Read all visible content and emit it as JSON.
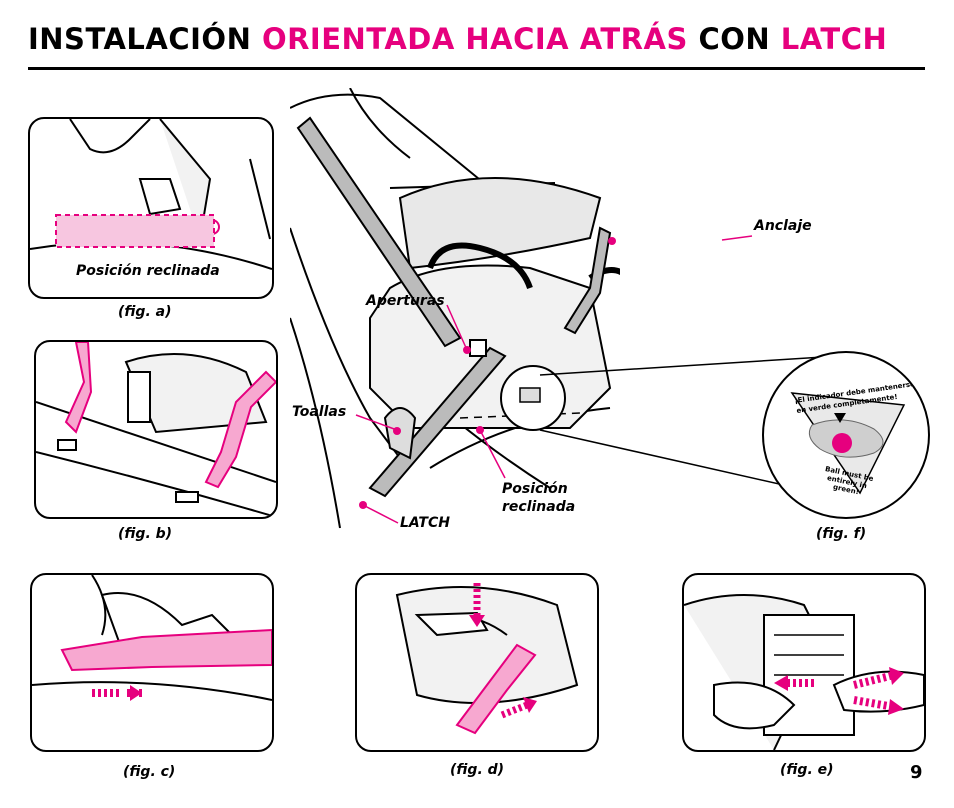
{
  "header": {
    "title_part1": "INSTALACIÓN ",
    "title_part2": "ORIENTADA HACIA ATRÁS",
    "title_part3": " CON ",
    "title_part4": "LATCH"
  },
  "figures": {
    "a": {
      "caption": "(fig. a)",
      "inner_label": "Posición reclinada"
    },
    "b": {
      "caption": "(fig. b)"
    },
    "c": {
      "caption": "(fig. c)"
    },
    "d": {
      "caption": "(fig. d)"
    },
    "e": {
      "caption": "(fig. e)"
    },
    "f": {
      "caption": "(fig. f)",
      "sticker_top_line1": "¡El indicador debe mantenerse",
      "sticker_top_line2": "en verde completamente!",
      "sticker_bottom_line1": "Ball must be",
      "sticker_bottom_line2": "entirely in",
      "sticker_bottom_line3": "green!"
    }
  },
  "main_labels": {
    "anclaje": "Anclaje",
    "aperturas": "Aperturas",
    "toallas": "Toallas",
    "latch": "LATCH",
    "posicion": "Posición",
    "reclinada": "reclinada"
  },
  "page_number": "9",
  "colors": {
    "accent": "#e6007e",
    "accent_light": "#f7c6e0",
    "ink": "#000000"
  }
}
